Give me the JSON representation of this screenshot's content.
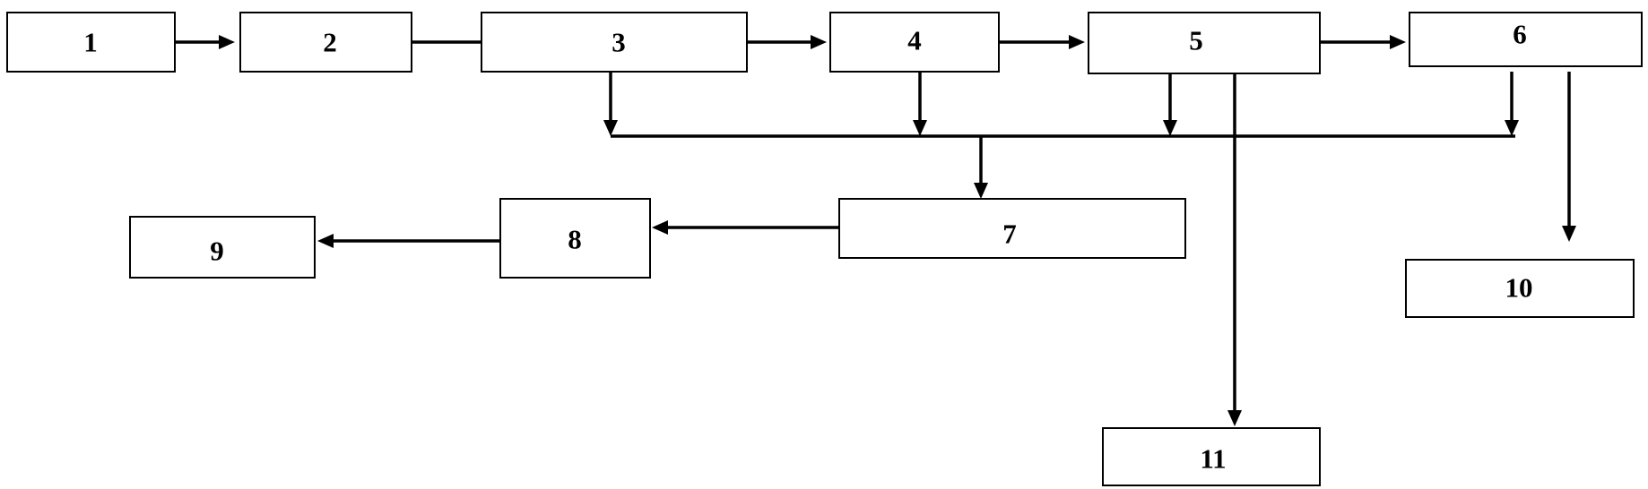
{
  "diagram": {
    "type": "process-flowchart",
    "nodes": {
      "n1": "1",
      "n2": "2",
      "n3": "3",
      "n4": "4",
      "n5": "5",
      "n6": "6",
      "n7": "7",
      "n8": "8",
      "n9": "9",
      "n10": "10",
      "n11": "11"
    },
    "edges": [
      {
        "from": "1",
        "to": "2"
      },
      {
        "from": "2",
        "to": "3"
      },
      {
        "from": "3",
        "to": "4"
      },
      {
        "from": "4",
        "to": "5"
      },
      {
        "from": "5",
        "to": "6"
      },
      {
        "from": "3",
        "to": "7",
        "via": "collector-bus"
      },
      {
        "from": "4",
        "to": "7",
        "via": "collector-bus"
      },
      {
        "from": "5",
        "to": "7",
        "via": "collector-bus"
      },
      {
        "from": "6",
        "to": "7",
        "via": "collector-bus"
      },
      {
        "from": "7",
        "to": "8"
      },
      {
        "from": "8",
        "to": "9"
      },
      {
        "from": "6",
        "to": "10"
      },
      {
        "from": "5",
        "to": "11"
      }
    ]
  }
}
